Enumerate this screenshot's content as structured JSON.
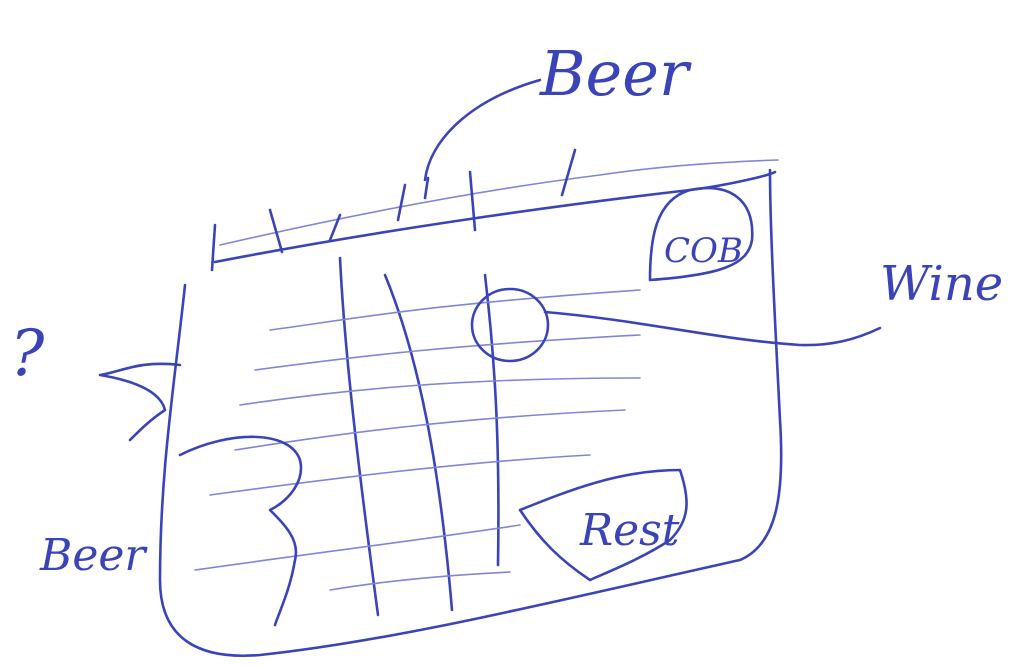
{
  "ink_color": "#3a44b8",
  "faint_ink_color": "#7f86d8",
  "background": "#ffffff",
  "labels": {
    "beer_top": "Beer",
    "wine": "Wine",
    "cob": "COB",
    "beer_left": "Beer",
    "rest": "Rest",
    "left_mark": "?"
  }
}
